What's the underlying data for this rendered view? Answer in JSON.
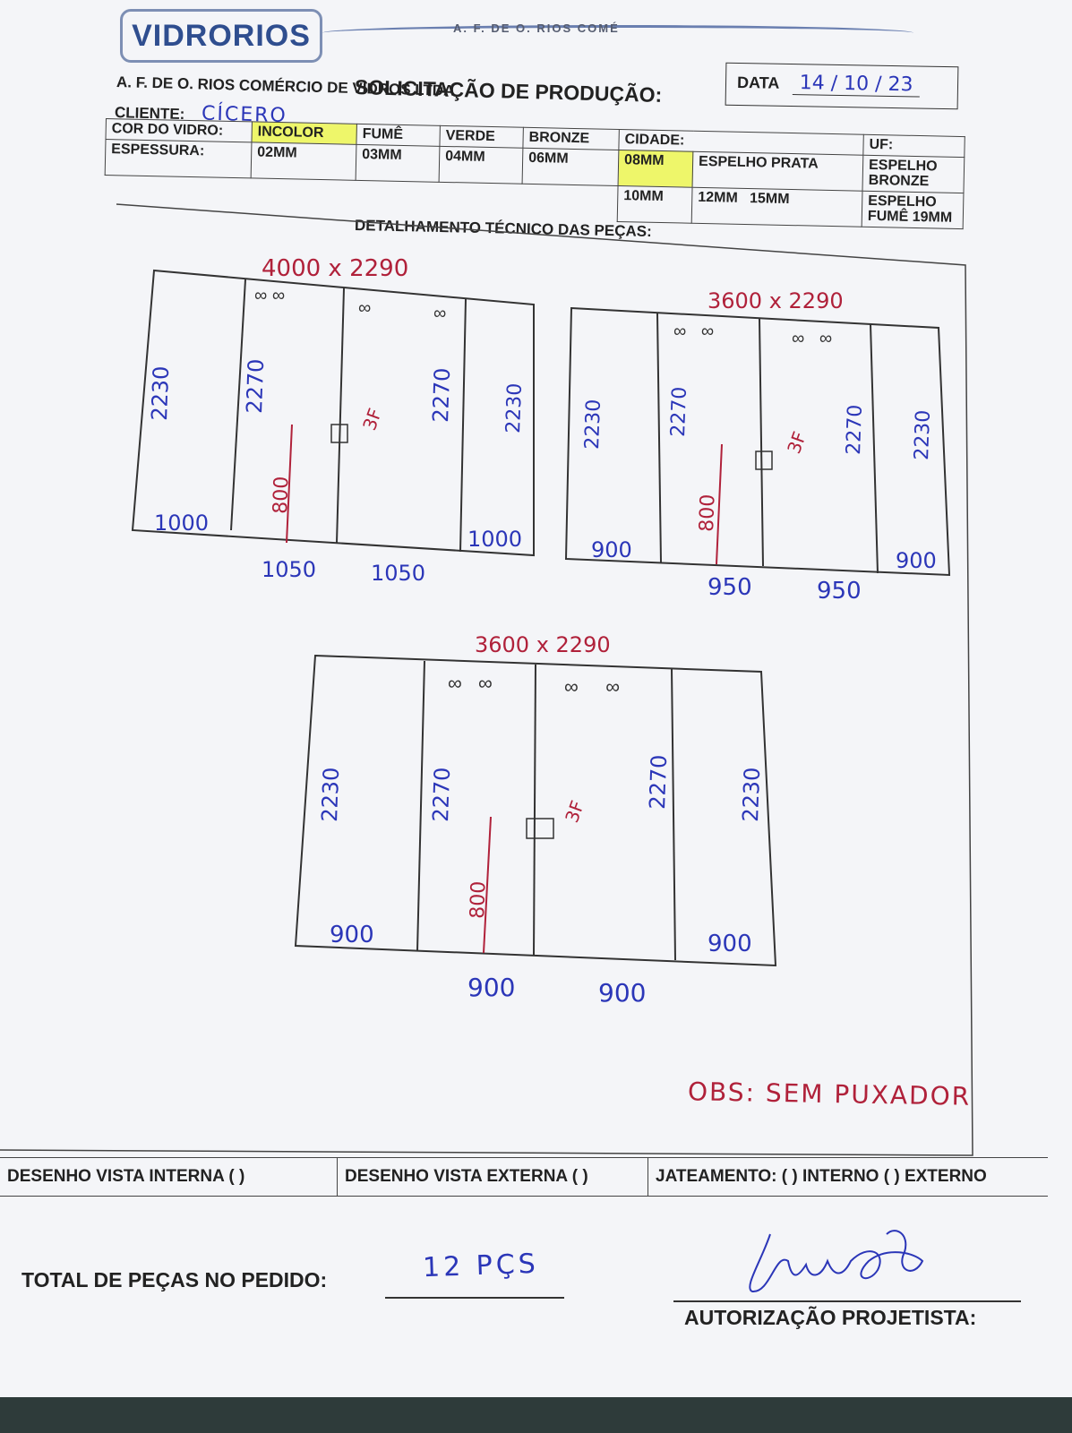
{
  "header": {
    "logo": "VIDRORIOS",
    "faded_text": "A. F. DE O. RIOS COMÉ",
    "date_label": "DATA",
    "date_value": "14 / 10 / 23",
    "title": "SOLICITAÇÃO DE PRODUÇÃO:",
    "company": "A. F. DE O. RIOS COMÉRCIO DE VIDROS LTDA",
    "client_label": "CLIENTE:",
    "client_value": "CÍCERO"
  },
  "form": {
    "color_label": "COR DO VIDRO:",
    "colors": [
      "INCOLOR",
      "FUMÊ",
      "VERDE",
      "BRONZE"
    ],
    "city_label": "CIDADE:",
    "uf_label": "UF:",
    "thickness_label": "ESPESSURA:",
    "thickness_small": [
      "02MM",
      "03MM",
      "04MM",
      "06MM",
      "08MM"
    ],
    "mirrors": [
      "ESPELHO PRATA",
      "ESPELHO BRONZE",
      "ESPELHO FUMÊ"
    ],
    "thickness_large": [
      "10MM",
      "12MM",
      "15MM",
      "19MM"
    ],
    "selected_color": "INCOLOR",
    "selected_thickness": "08MM",
    "highlight_color": "#eef66a"
  },
  "detail_title": "DETALHAMENTO TÉCNICO DAS PEÇAS:",
  "drawings": [
    {
      "size": "4000 x 2290",
      "heights": [
        "2230",
        "2270",
        "2270",
        "2230"
      ],
      "top_widths": [
        "1000",
        "1000"
      ],
      "bottom_widths": [
        "1050",
        "1050"
      ],
      "handle_height": "800",
      "mark": "3F"
    },
    {
      "size": "3600 x 2290",
      "heights": [
        "2230",
        "2270",
        "2270",
        "2230"
      ],
      "top_widths": [
        "900",
        "900"
      ],
      "bottom_widths": [
        "950",
        "950"
      ],
      "handle_height": "800",
      "mark": "3F"
    },
    {
      "size": "3600 x 2290",
      "heights": [
        "2230",
        "2270",
        "2270",
        "2230"
      ],
      "top_widths": [
        "900",
        "900"
      ],
      "bottom_widths": [
        "900",
        "900"
      ],
      "handle_height": "800",
      "mark": "3F"
    }
  ],
  "obs": "OBS: SEM PUXADOR",
  "footer": {
    "internal": "DESENHO VISTA INTERNA ( )",
    "external": "DESENHO VISTA EXTERNA ( )",
    "blasting": "JATEAMENTO: ( ) INTERNO ( ) EXTERNO",
    "total_label": "TOTAL DE PEÇAS NO PEDIDO:",
    "total_value": "12 PÇS",
    "signature_label": "AUTORIZAÇÃO PROJETISTA:"
  },
  "colors": {
    "pen_blue": "#2b36b8",
    "pen_red": "#b0213a",
    "brand_blue": "#2f4e8f"
  }
}
